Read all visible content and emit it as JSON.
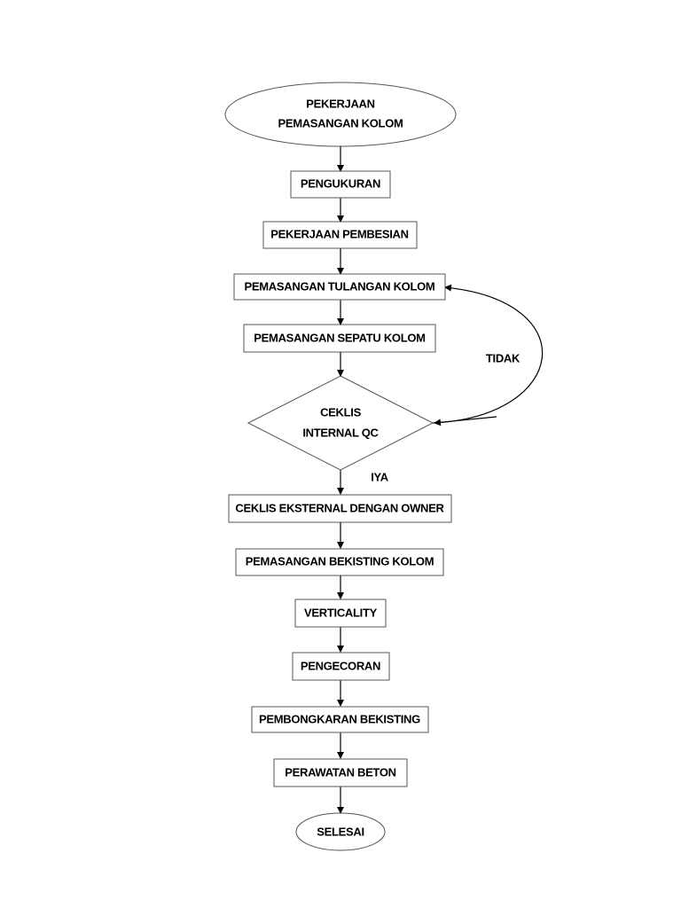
{
  "start": {
    "line1": "PEKERJAAN",
    "line2": "PEMASANGAN KOLOM"
  },
  "steps": {
    "pengukuran": "PENGUKURAN",
    "pembesian": "PEKERJAAN PEMBESIAN",
    "tulangan": "PEMASANGAN TULANGAN KOLOM",
    "sepatu": "PEMASANGAN SEPATU KOLOM",
    "ceklis_eksternal": "CEKLIS EKSTERNAL DENGAN OWNER",
    "bekisting": "PEMASANGAN BEKISTING KOLOM",
    "verticality": "VERTICALITY",
    "pengecoran": "PENGECORAN",
    "pembongkaran": "PEMBONGKARAN BEKISTING",
    "perawatan": "PERAWATAN BETON"
  },
  "decision": {
    "line1": "CEKLIS",
    "line2": "INTERNAL QC",
    "yes_label": "IYA",
    "no_label": "TIDAK"
  },
  "end": {
    "label": "SELESAI"
  }
}
